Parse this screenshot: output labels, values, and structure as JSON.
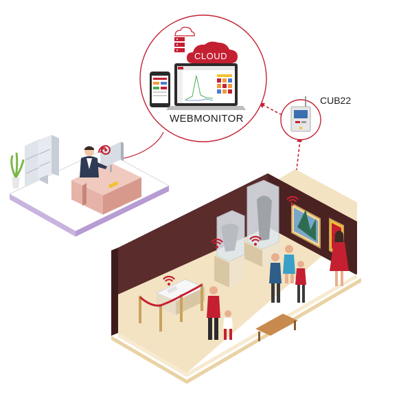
{
  "labels": {
    "cloud": "CLOUD",
    "webmonitor": "WEBMONITOR",
    "device": "CUB22"
  },
  "colors": {
    "accent": "#c42032",
    "wall": "#5a2c2c",
    "floor": "#f3e3c2",
    "desk": "#e6b3a8",
    "platform": "#c9b3df"
  },
  "icons": [
    "cloud-icon",
    "server-icon",
    "wifi-icon",
    "laptop-icon",
    "smartphone-icon",
    "data-logger-icon"
  ]
}
